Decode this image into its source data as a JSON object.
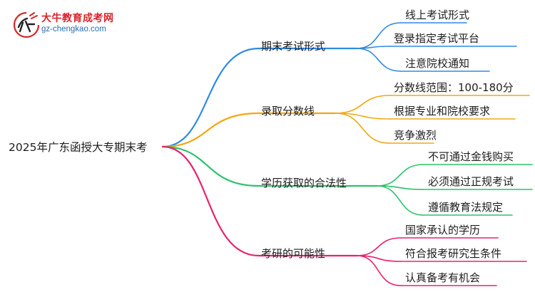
{
  "logo": {
    "title": "大牛教育成考网",
    "url": "gz-chengkao.com"
  },
  "root": "2025年广东函授大专期末考",
  "branches": [
    {
      "label": "期末考试形式",
      "color": "#2f8ae6",
      "children": [
        "线上考试形式",
        "登录指定考试平台",
        "注意院校通知"
      ]
    },
    {
      "label": "录取分数线",
      "color": "#f2a712",
      "children": [
        "分数线范围：100-180分",
        "根据专业和院校要求",
        "竞争激烈"
      ]
    },
    {
      "label": "学历获取的合法性",
      "color": "#2cc26b",
      "children": [
        "不可通过金钱购买",
        "必须通过正规考试",
        "遵循教育法规定"
      ]
    },
    {
      "label": "考研的可能性",
      "color": "#e8226e",
      "children": [
        "国家承认的学历",
        "符合报考研究生条件",
        "认真备考有机会"
      ]
    }
  ]
}
